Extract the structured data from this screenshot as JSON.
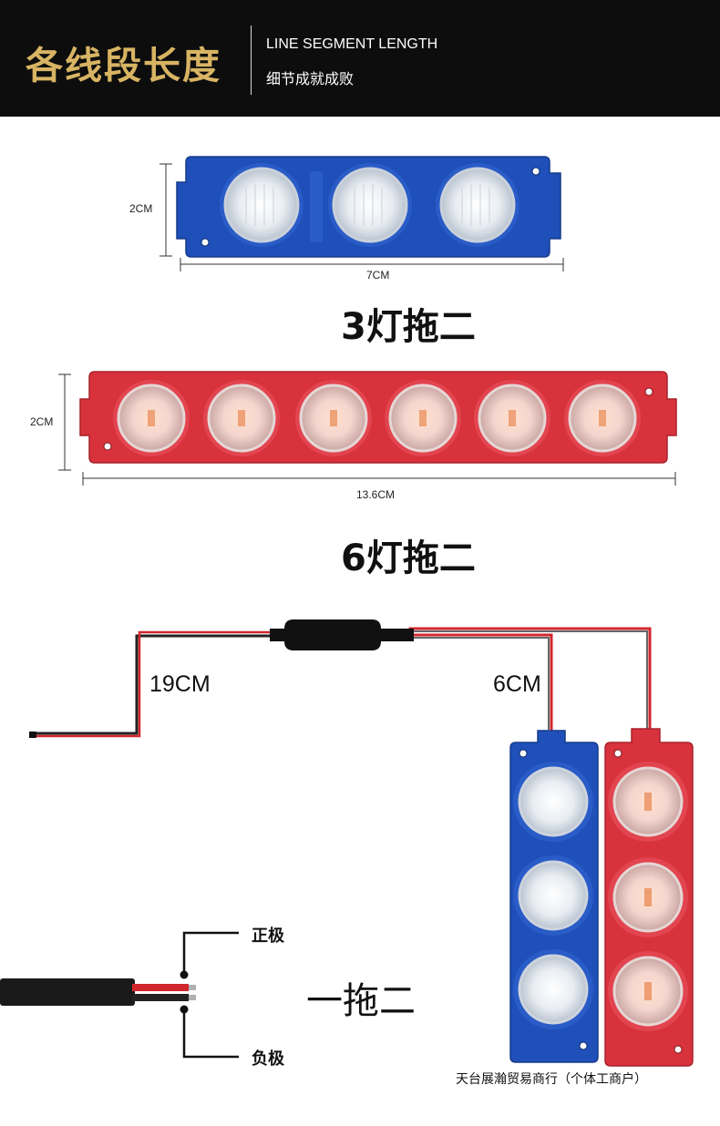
{
  "header": {
    "title": "各线段长度",
    "subtitle_en": "LINE SEGMENT LENGTH",
    "subtitle_cn": "细节成就成败"
  },
  "module_3": {
    "height_label": "2CM",
    "width_label": "7CM",
    "title": "3灯拖二",
    "color": "#1f4fb8"
  },
  "module_6": {
    "height_label": "2CM",
    "width_label": "13.6CM",
    "title": "6灯拖二",
    "color": "#d8323c"
  },
  "wiring": {
    "main_cable_label": "19CM",
    "branch_label": "6CM",
    "positive_label": "正极",
    "negative_label": "负极",
    "title": "一拖二"
  },
  "footer": {
    "seller": "天台展瀚贸易商行（个体工商户）"
  }
}
